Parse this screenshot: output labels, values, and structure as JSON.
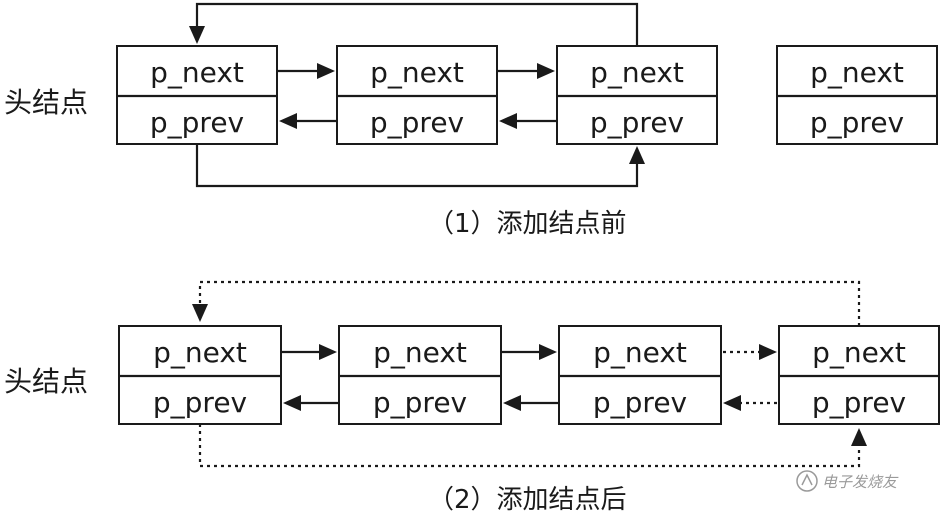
{
  "diagram": {
    "head_label": "头结点",
    "field_next": "p_next",
    "field_prev": "p_prev",
    "caption_before": "（1）添加结点前",
    "caption_after": "（2）添加结点后"
  },
  "watermark": {
    "text": "电子发烧友",
    "icon": "logo-icon"
  },
  "colors": {
    "stroke": "#1a1a1a",
    "background": "#ffffff"
  }
}
